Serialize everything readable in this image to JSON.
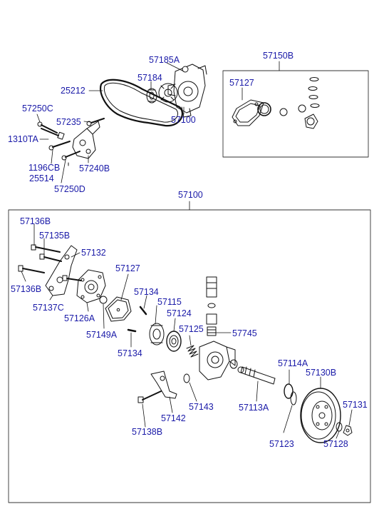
{
  "diagram": {
    "colors": {
      "label": "#1a1aa8",
      "line": "#111111",
      "box": "#333333"
    },
    "top_group": {
      "belt": "25212",
      "pulley_hub": "57185A",
      "key_part": "57184",
      "pump_assembly": "57100",
      "bolt_a": "57250C",
      "bolt_b": "57235",
      "bolt_c": "1310TA",
      "bolt_d": "1196CB",
      "bolt_e": "25514",
      "bolt_f": "57250D",
      "bracket": "57240B"
    },
    "kit_box": {
      "title": "57150B",
      "gasket": "57127"
    },
    "main_box": {
      "title": "57100",
      "labels": {
        "p57136B_top": "57136B",
        "p57135B": "57135B",
        "p57132": "57132",
        "p57136B_left": "57136B",
        "p57137C": "57137C",
        "p57126A": "57126A",
        "p57127": "57127",
        "p57149A": "57149A",
        "p57134_top": "57134",
        "p57115": "57115",
        "p57124": "57124",
        "p57125": "57125",
        "p57745": "57745",
        "p57134_bottom": "57134",
        "p57114A": "57114A",
        "p57130B": "57130B",
        "p57113A": "57113A",
        "p57131": "57131",
        "p57143": "57143",
        "p57142": "57142",
        "p57138B": "57138B",
        "p57123": "57123",
        "p57128": "57128"
      }
    }
  }
}
